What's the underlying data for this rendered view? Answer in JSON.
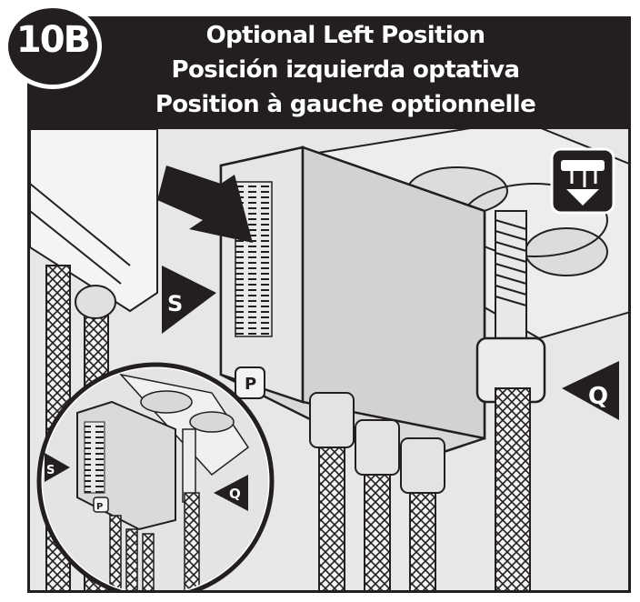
{
  "step": {
    "number": "10B"
  },
  "title": {
    "en": "Optional Left Position",
    "es": "Posición izquierda optativa",
    "fr": "Position à gauche optionnelle"
  },
  "labels": {
    "s_main": "S",
    "q_main": "Q",
    "s_inset": "S",
    "q_inset": "Q",
    "p_main": "P",
    "p_inset": "P"
  },
  "icons": {
    "mount_icon": "under-sink-mount-icon",
    "arrow": "push-arrow-icon"
  },
  "colors": {
    "ink": "#231f20",
    "panel": "#e7e7e7",
    "box": "#d9d9d9"
  }
}
